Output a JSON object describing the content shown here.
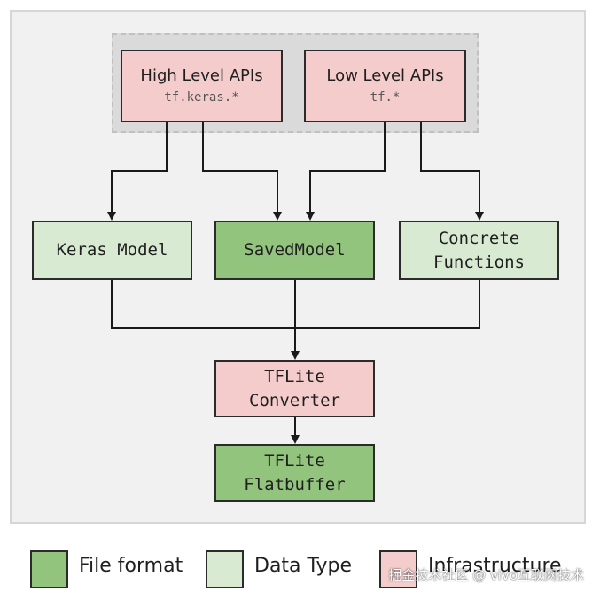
{
  "nodes": {
    "high_level_apis": {
      "label": "High Level APIs",
      "sublabel": "tf.keras.*"
    },
    "low_level_apis": {
      "label": "Low Level APIs",
      "sublabel": "tf.*"
    },
    "keras_model": {
      "label": "Keras Model"
    },
    "saved_model": {
      "label": "SavedModel"
    },
    "concrete_functions": {
      "line1": "Concrete",
      "line2": "Functions"
    },
    "tflite_converter": {
      "line1": "TFLite",
      "line2": "Converter"
    },
    "tflite_flatbuffer": {
      "line1": "TFLite",
      "line2": "Flatbuffer"
    }
  },
  "legend": [
    {
      "label": "File format",
      "color": "#93c47d"
    },
    {
      "label": "Data Type",
      "color": "#d9ead3"
    },
    {
      "label": "Infrastructure",
      "color": "#f4cccc"
    }
  ],
  "colors": {
    "infrastructure": "#f4cccc",
    "data_type": "#d9ead3",
    "file_format": "#93c47d",
    "edge": "#1a1a1a"
  },
  "watermark": "掘金技术社区 @ vivo互联网技术"
}
